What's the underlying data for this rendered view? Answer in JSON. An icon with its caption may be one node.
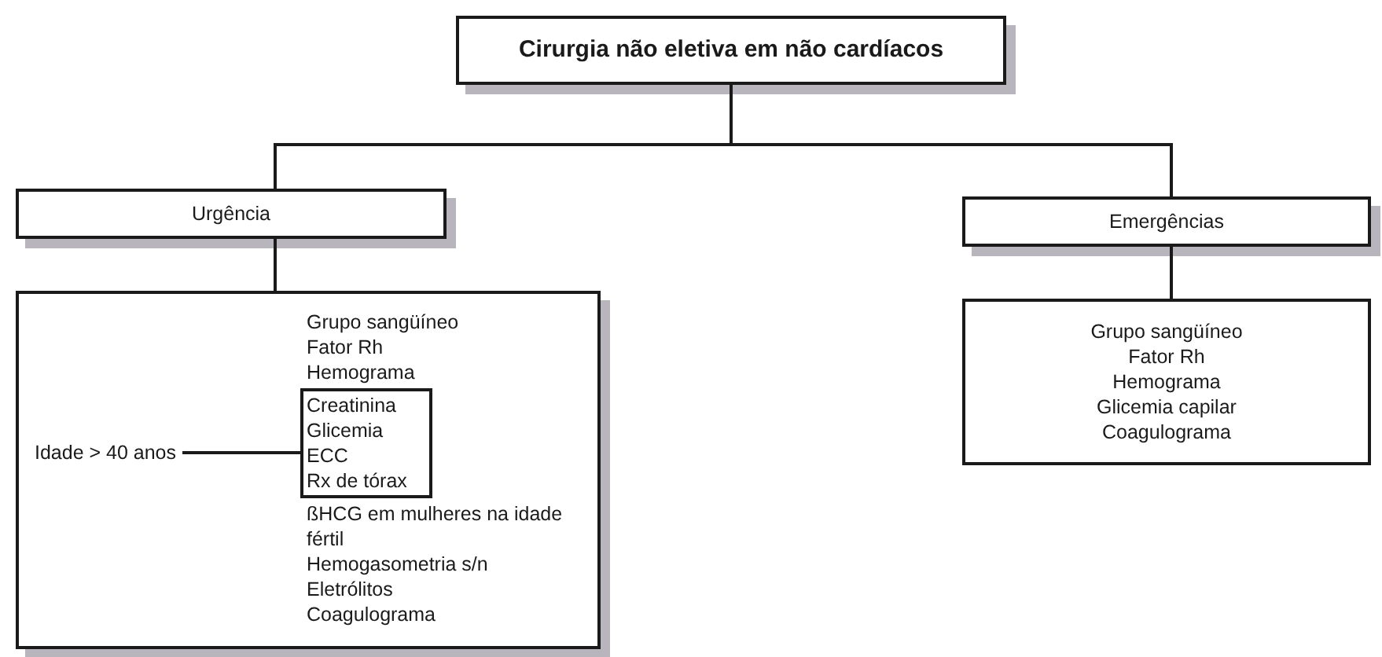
{
  "diagram": {
    "nodes": [
      {
        "text": [
          "Cirurgia não eletiva em não cardíacos"
        ]
      },
      {
        "text": [
          "Urgência"
        ]
      },
      {
        "text": [
          "Emergências"
        ]
      },
      {
        "text": [
          "Grupo sangüíneo",
          "Fator Rh",
          "Hemograma",
          "ßHCG em mulheres na idade fértil",
          "Hemogasometria s/n",
          "Eletrólitos",
          "Coagulograma"
        ]
      },
      {
        "text": [
          "Creatinina",
          "Glicemia",
          "ECC",
          "Rx de tórax"
        ],
        "in": 3
      },
      {
        "text": [
          "Idade > 40 anos"
        ],
        "in": 3
      },
      {
        "text": [
          "Grupo sangüíneo",
          "Fator Rh",
          "Hemograma",
          "Glicemia capilar",
          "Coagulograma"
        ]
      }
    ],
    "edges": [
      {
        "from": 0,
        "to": 1,
        "arrow": "none"
      },
      {
        "from": 0,
        "to": 2,
        "arrow": "none"
      },
      {
        "from": 1,
        "to": 3,
        "arrow": "none"
      },
      {
        "from": 2,
        "to": 6,
        "arrow": "none"
      },
      {
        "from": 5,
        "to": 4,
        "arrow": "none"
      }
    ]
  }
}
